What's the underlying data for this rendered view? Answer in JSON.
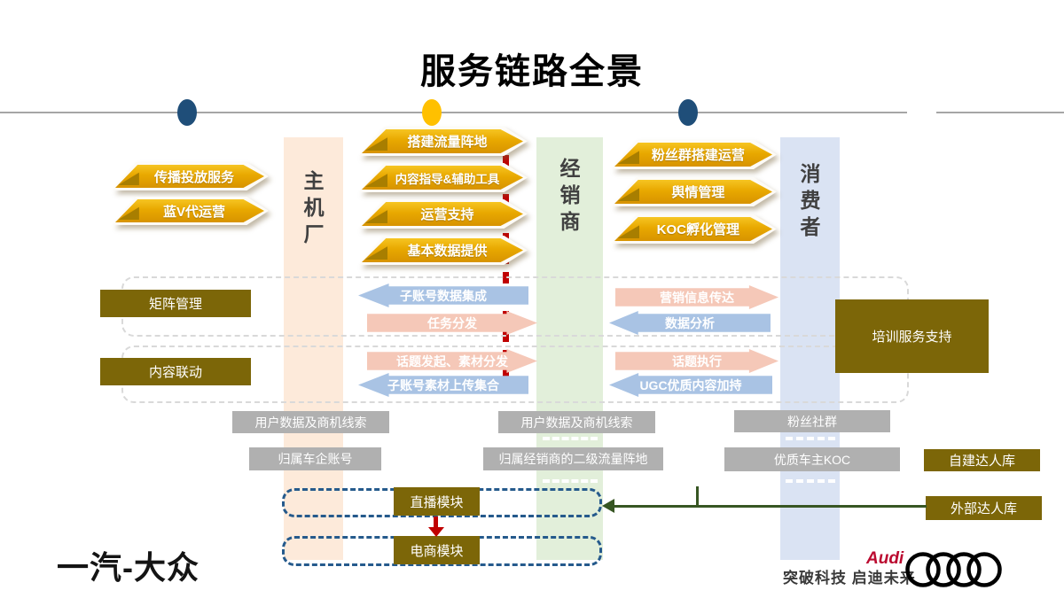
{
  "title": "服务链路全景",
  "columns": {
    "oem": "主机厂",
    "dealer": "经销商",
    "consumer": "消费者"
  },
  "banners": {
    "left": [
      "传播投放服务",
      "蓝V代运营"
    ],
    "mid": [
      "搭建流量阵地",
      "内容指导&辅助工具",
      "运营支持",
      "基本数据提供"
    ],
    "right": [
      "粉丝群搭建运营",
      "舆情管理",
      "KOC孵化管理"
    ]
  },
  "management": {
    "matrix": "矩阵管理",
    "content_link": "内容联动",
    "training": "培训服务支持"
  },
  "flows": {
    "mid": [
      "子账号数据集成",
      "任务分发",
      "话题发起、素材分发",
      "子账号素材上传集合"
    ],
    "right": [
      "营销信息传达",
      "数据分析",
      "话题执行",
      "UGC优质内容加持"
    ]
  },
  "assets": {
    "left": [
      "用户数据及商机线索",
      "归属车企账号"
    ],
    "mid": [
      "用户数据及商机线索",
      "归属经销商的二级流量阵地"
    ],
    "right": [
      "粉丝社群",
      "优质车主KOC"
    ]
  },
  "talent": [
    "自建达人库",
    "外部达人库"
  ],
  "modules": [
    "直播模块",
    "电商模块"
  ],
  "footer": {
    "faw_logo": "一汽-大众",
    "audi_slogan": "突破科技 启迪未来",
    "audi_brand": "Audi"
  },
  "colors": {
    "gold_banner": "#e8a800",
    "dark_gold_box": "#7c6608",
    "gray_box": "#b0b0b0",
    "blue_arrow": "#a9c3e4",
    "pink_arrow": "#f5c8b8",
    "red_dash": "#c00000",
    "green_connector": "#375623",
    "navy_dash": "#255a8c",
    "col_oem_bg": "#fdeada",
    "col_dealer_bg": "#e2efda",
    "col_consumer_bg": "#dae3f3",
    "dot_blue": "#1f4e79",
    "dot_gold": "#ffc000"
  }
}
